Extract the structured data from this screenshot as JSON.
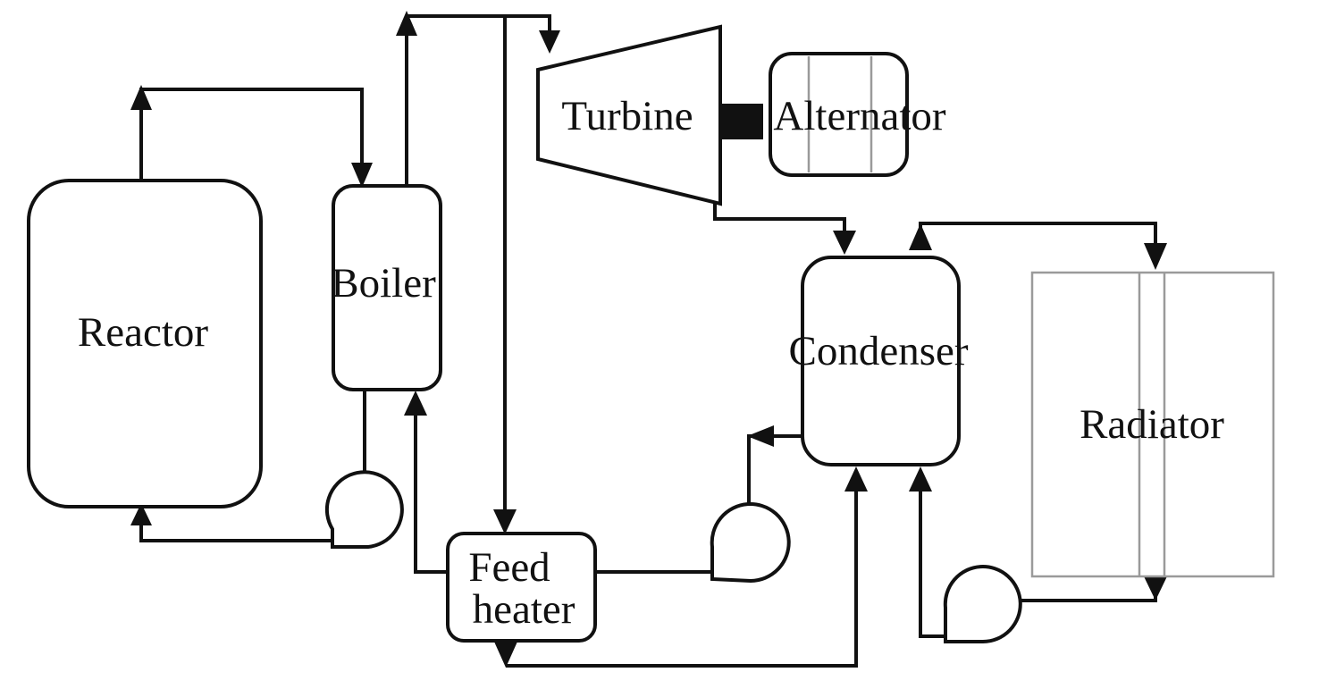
{
  "diagram": {
    "labels": {
      "reactor": "Reactor",
      "boiler": "Boiler",
      "turbine": "Turbine",
      "alternator": "Alternator",
      "condenser": "Condenser",
      "radiator": "Radiator",
      "feed_heater_line1": "Feed",
      "feed_heater_line2": "heater"
    }
  }
}
